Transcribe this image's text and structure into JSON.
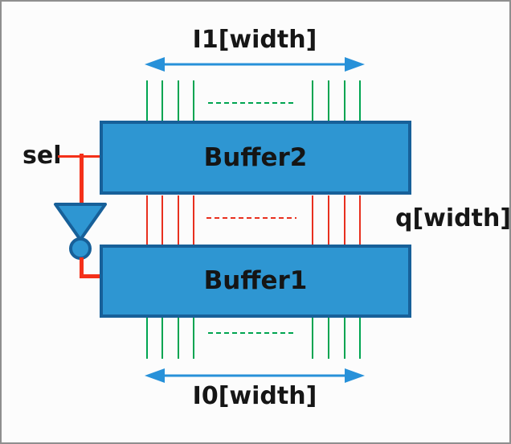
{
  "diagram": {
    "top_bus_label": "I1[width]",
    "bottom_bus_label": "I0[width]",
    "output_label": "q[width]",
    "select_label": "sel",
    "buffer_top_label": "Buffer2",
    "buffer_bottom_label": "Buffer1",
    "icons": {
      "inverter": "not-gate-with-bubble",
      "width_arrows": "double-headed-arrow"
    },
    "colors": {
      "buffer_fill": "#2e96d2",
      "buffer_border": "#176099",
      "bus_input_color": "#00a551",
      "bus_output_color": "#e8301f",
      "arrow_color": "#2791d9",
      "select_wire_color": "#f43019",
      "text_color": "#161616"
    }
  }
}
